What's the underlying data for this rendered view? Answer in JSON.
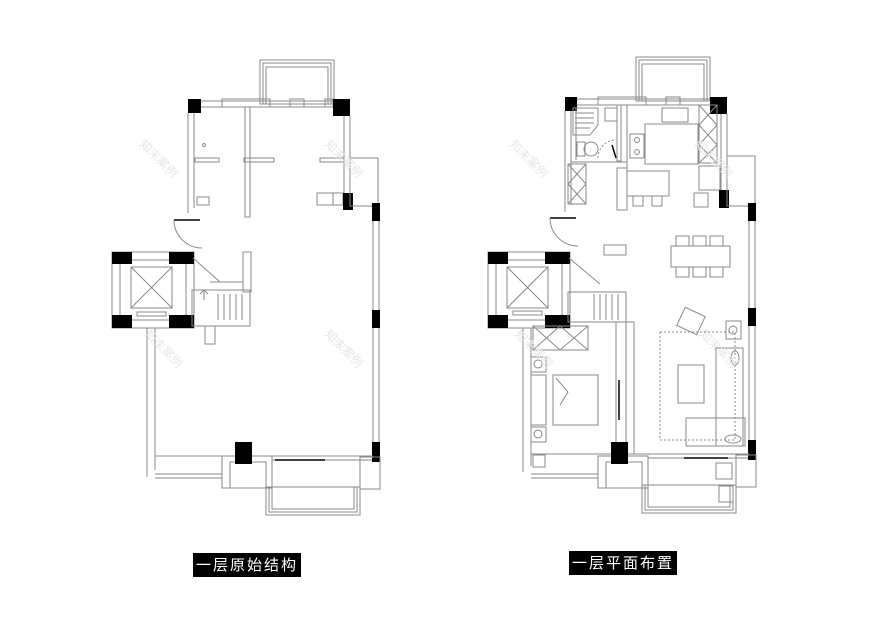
{
  "figure": {
    "type": "architectural floor plan comparison",
    "panels": [
      {
        "id": "original",
        "caption": "一层原始结构"
      },
      {
        "id": "layout",
        "caption": "一层平面布置"
      }
    ],
    "watermark": "知末案例",
    "colors": {
      "background": "#ffffff",
      "wall_fill": "#000000",
      "line": "#7a7a7a",
      "label_bg": "#000000",
      "label_text": "#ffffff"
    }
  }
}
